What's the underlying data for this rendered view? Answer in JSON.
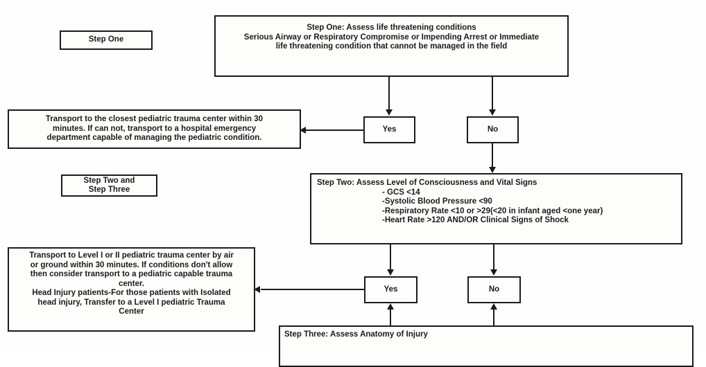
{
  "document": {
    "title": "Pediatric Trauma Triage Flowchart",
    "background_color": "#fefefe",
    "line_color": "#1b1b1b",
    "box_fill": "#fdfdfc"
  },
  "labels": {
    "step_one": "Step One",
    "step_two_three_line1": "Step Two and",
    "step_two_three_line2": "Step Three"
  },
  "step_one": {
    "heading": "Step One: Assess life threatening conditions",
    "body_line1": "Serious Airway or Respiratory Compromise or Impending Arrest or Immediate",
    "body_line2": "life threatening condition that cannot be managed in the field"
  },
  "transport_one": {
    "line1": "Transport to the closest pediatric trauma center within 30",
    "line2": "minutes. If can not, transport to a hospital emergency",
    "line3": "department capable of managing the pediatric condition."
  },
  "decision_one": {
    "yes": "Yes",
    "no": "No"
  },
  "step_two": {
    "heading": "Step Two: Assess Level of Consciousness and Vital Signs",
    "items": [
      "- GCS <14",
      "-Systolic Blood Pressure <90",
      "-Respiratory Rate <10 or >29(<20 in infant aged <one year)",
      "-Heart Rate >120      AND/OR Clinical Signs of Shock"
    ]
  },
  "transport_two": {
    "line1": "Transport to Level I or II pediatric trauma center by air",
    "line2": "or ground within 30 minutes. If conditions don't allow",
    "line3": "then consider transport to a pediatric capable trauma",
    "line4": "center.",
    "line5": "Head Injury patients-For those patients with Isolated",
    "line6": "head injury, Transfer to a Level I pediatric Trauma",
    "line7": "Center"
  },
  "decision_two": {
    "yes": "Yes",
    "no": "No"
  },
  "step_three": {
    "heading": "Step Three: Assess Anatomy of Injury"
  }
}
